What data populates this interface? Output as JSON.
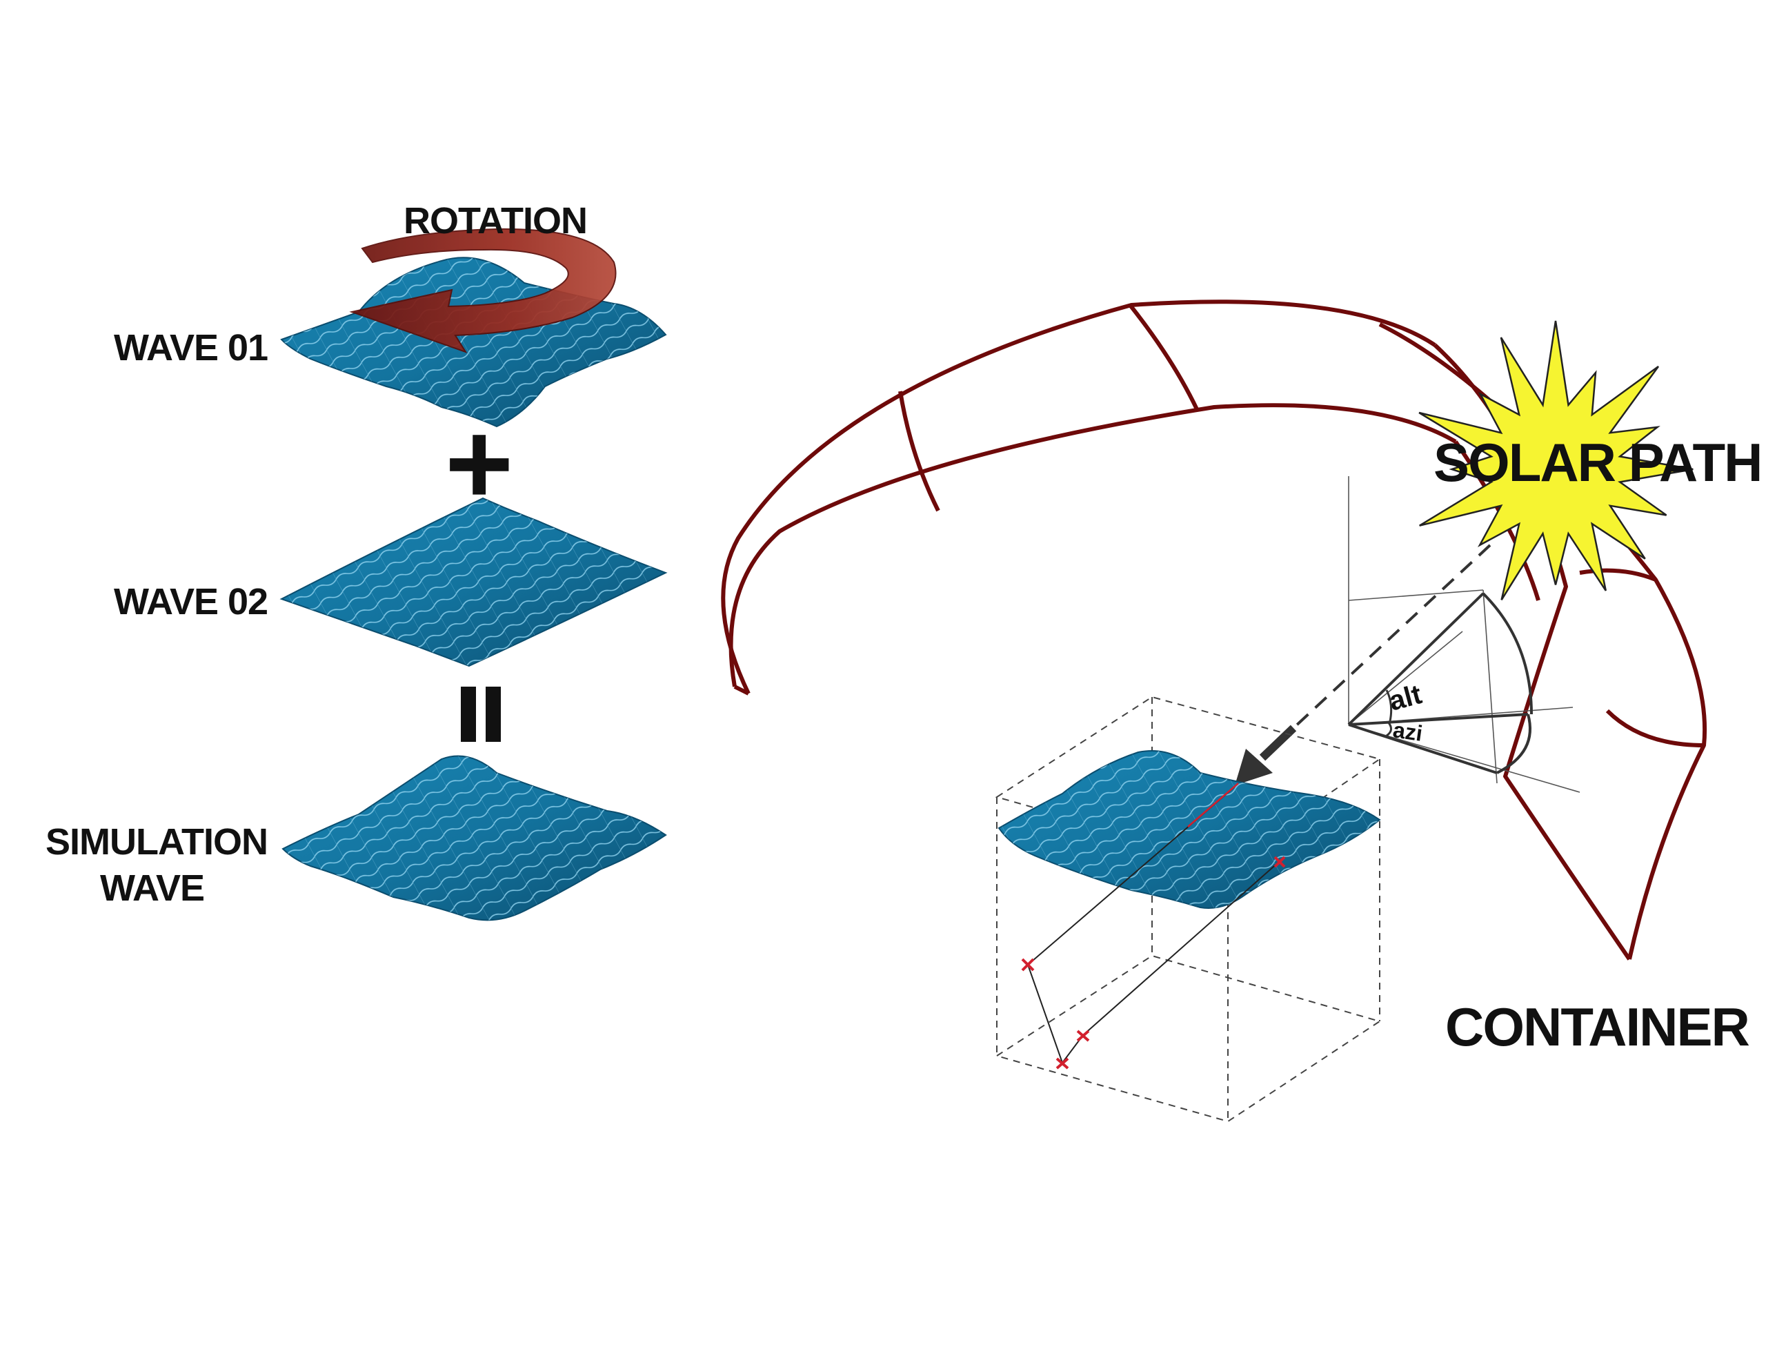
{
  "labels": {
    "rotation": "ROTATION",
    "wave_01": "WAVE 01",
    "wave_02": "WAVE 02",
    "simulation_line1": "SIMULATION",
    "simulation_line2": "WAVE",
    "plus": "+",
    "equals": "=",
    "solar_path": "SOLAR PATH",
    "container": "CONTAINER",
    "alt": "alt",
    "azi": "azi"
  },
  "colors": {
    "wave_fill": "#13739e",
    "wave_dark": "#0b4d6e",
    "wave_line": "#8fd3ef",
    "arrow_red": "#8b1f17",
    "shell_stroke": "#6e0a0a",
    "sun_fill": "#f6f431",
    "sun_stroke": "#222222",
    "marker_red": "#d2202e"
  },
  "icons": {
    "rotation_arrow": "curved-arrow-icon",
    "sun": "sun-icon",
    "light_ray": "arrow-icon"
  }
}
